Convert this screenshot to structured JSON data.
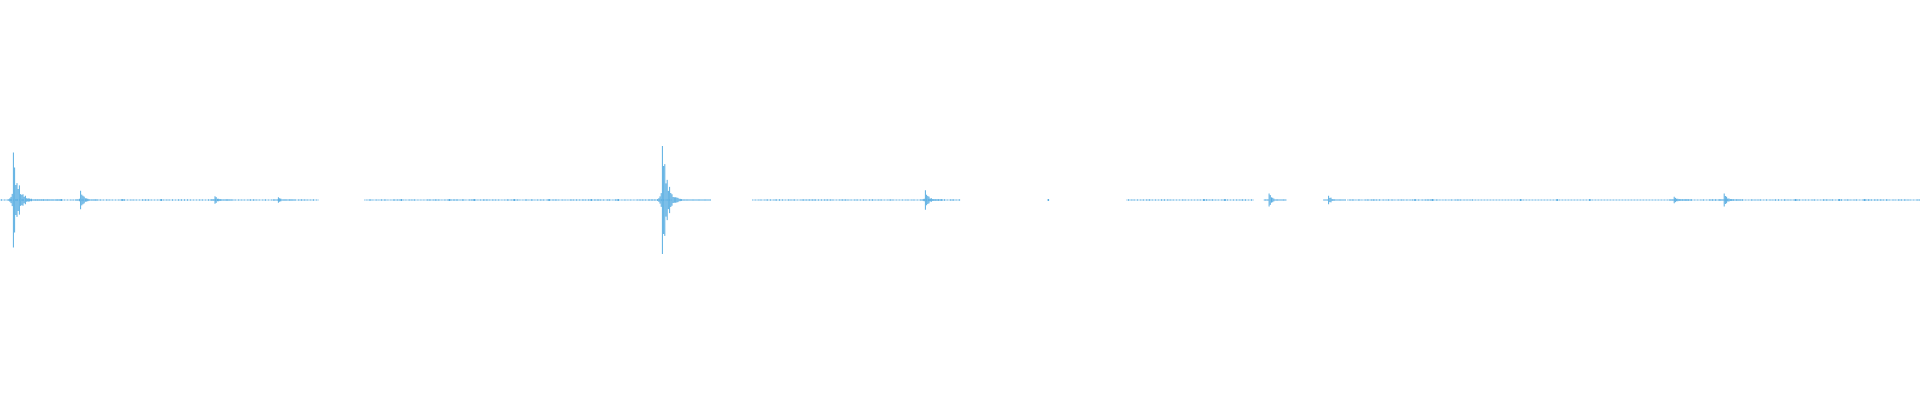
{
  "waveform": {
    "color": "#5aaee2",
    "background": "#ffffff",
    "segments": [
      [
        0.0,
        0.166,
        0.05
      ],
      [
        0.166,
        0.19,
        0.0
      ],
      [
        0.19,
        0.35,
        0.06
      ],
      [
        0.35,
        0.392,
        0.0
      ],
      [
        0.392,
        0.5,
        0.06
      ],
      [
        0.5,
        0.587,
        0.0
      ],
      [
        0.587,
        0.653,
        0.05
      ],
      [
        0.653,
        0.702,
        0.0
      ],
      [
        0.702,
        0.767,
        0.06
      ],
      [
        0.767,
        0.87,
        0.03
      ],
      [
        0.87,
        1.0,
        0.06
      ]
    ],
    "transients": [
      [
        0.007,
        0.88
      ],
      [
        0.042,
        0.17
      ],
      [
        0.112,
        0.07
      ],
      [
        0.145,
        0.05
      ],
      [
        0.345,
        1.0
      ],
      [
        0.482,
        0.18
      ],
      [
        0.661,
        0.12
      ],
      [
        0.692,
        0.08
      ],
      [
        0.872,
        0.06
      ],
      [
        0.898,
        0.12
      ]
    ],
    "dots": [
      0.032,
      0.064,
      0.084,
      0.209,
      0.234,
      0.247,
      0.268,
      0.286,
      0.308,
      0.322,
      0.546,
      0.627,
      0.638,
      0.737,
      0.746,
      0.792,
      0.811,
      0.828,
      0.935,
      0.958,
      0.971
    ]
  }
}
